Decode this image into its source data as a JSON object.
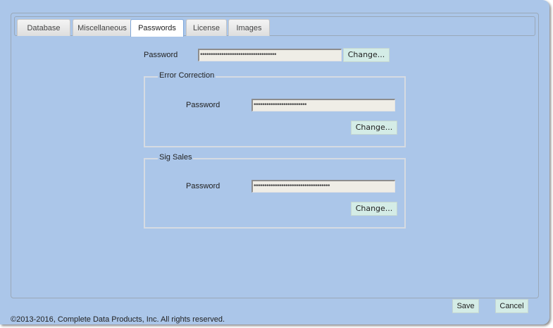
{
  "tabs": [
    {
      "label": "Database",
      "active": false
    },
    {
      "label": "Miscellaneous",
      "active": false
    },
    {
      "label": "Passwords",
      "active": true
    },
    {
      "label": "License",
      "active": false
    },
    {
      "label": "Images",
      "active": false
    }
  ],
  "main_password": {
    "label": "Password",
    "value": "••••••••••••••••••••••••••••••••••••",
    "change_label": "Change..."
  },
  "error_correction": {
    "legend": "Error Correction",
    "label": "Password",
    "value": "•••••••••••••••••••••••••",
    "change_label": "Change..."
  },
  "sig_sales": {
    "legend": "Sig Sales",
    "label": "Password",
    "value": "••••••••••••••••••••••••••••••••••••",
    "change_label": "Change..."
  },
  "footer": {
    "save_label": "Save",
    "cancel_label": "Cancel",
    "copyright": "©2013-2016, Complete Data Products, Inc. All rights reserved."
  },
  "colors": {
    "window_bg": "#abc6e9",
    "button_bg": "#d4ece6",
    "input_bg": "#efede6"
  }
}
